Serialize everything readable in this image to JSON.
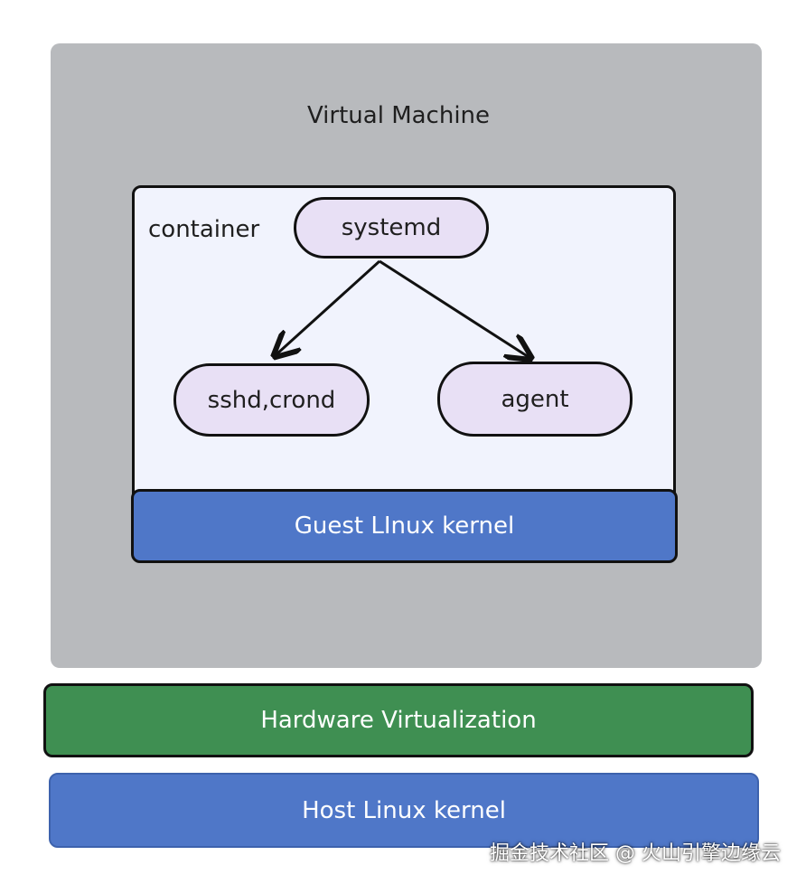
{
  "diagram": {
    "virtual_machine_label": "Virtual Machine",
    "container_label": "container",
    "process_nodes": {
      "systemd": "systemd",
      "sshd_crond": "sshd,crond",
      "agent": "agent"
    },
    "layers": {
      "guest_kernel": "Guest LInux kernel",
      "hardware_virtualization": "Hardware Virtualization",
      "host_kernel": "Host Linux kernel"
    },
    "watermark": "掘金技术社区 @ 火山引擎边缘云",
    "colors": {
      "vm_background": "#b8babd",
      "container_background": "#f1f3fd",
      "process_fill": "#e8e0f5",
      "kernel_blue": "#4f77c8",
      "virtualization_green": "#3f8f52",
      "outline": "#111111"
    }
  }
}
